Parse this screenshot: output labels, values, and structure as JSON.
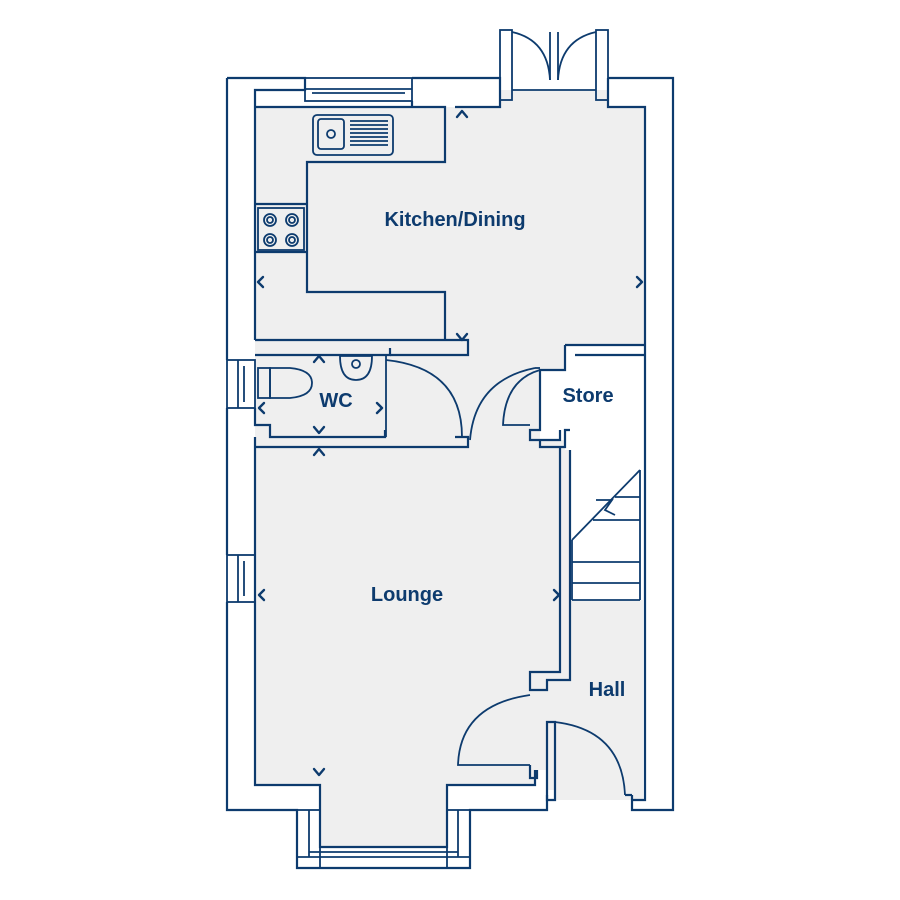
{
  "rooms": {
    "kitchen_dining": "Kitchen/Dining",
    "wc": "WC",
    "store": "Store",
    "lounge": "Lounge",
    "hall": "Hall"
  },
  "colors": {
    "line": "#0d3b6e",
    "floor": "#efefef",
    "background": "#ffffff"
  },
  "icons": [
    "sink-icon",
    "hob-icon",
    "toilet-icon",
    "basin-icon",
    "french-doors-icon",
    "stairs-icon",
    "dimension-marker-icon"
  ]
}
